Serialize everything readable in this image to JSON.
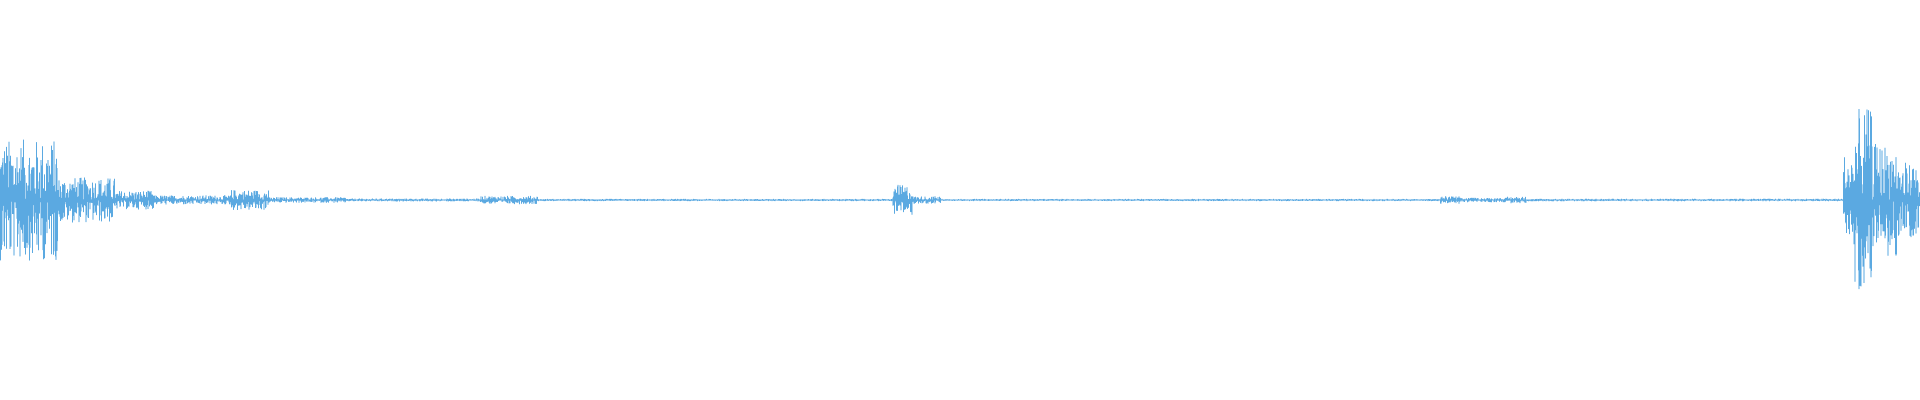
{
  "waveform": {
    "color": "#5ba9e1",
    "background": "#ffffff",
    "baseline_amplitude": 0.006,
    "segments": [
      {
        "start": 0.0,
        "end": 0.03,
        "amplitude": 0.32
      },
      {
        "start": 0.03,
        "end": 0.06,
        "amplitude": 0.12
      },
      {
        "start": 0.06,
        "end": 0.08,
        "amplitude": 0.05
      },
      {
        "start": 0.08,
        "end": 0.12,
        "amplitude": 0.025
      },
      {
        "start": 0.12,
        "end": 0.14,
        "amplitude": 0.055
      },
      {
        "start": 0.14,
        "end": 0.18,
        "amplitude": 0.015
      },
      {
        "start": 0.18,
        "end": 0.25,
        "amplitude": 0.008
      },
      {
        "start": 0.25,
        "end": 0.28,
        "amplitude": 0.022
      },
      {
        "start": 0.28,
        "end": 0.465,
        "amplitude": 0.006
      },
      {
        "start": 0.465,
        "end": 0.475,
        "amplitude": 0.08
      },
      {
        "start": 0.475,
        "end": 0.49,
        "amplitude": 0.02
      },
      {
        "start": 0.49,
        "end": 0.75,
        "amplitude": 0.006
      },
      {
        "start": 0.75,
        "end": 0.76,
        "amplitude": 0.02
      },
      {
        "start": 0.76,
        "end": 0.785,
        "amplitude": 0.012
      },
      {
        "start": 0.785,
        "end": 0.795,
        "amplitude": 0.018
      },
      {
        "start": 0.795,
        "end": 0.96,
        "amplitude": 0.007
      },
      {
        "start": 0.96,
        "end": 0.966,
        "amplitude": 0.25
      },
      {
        "start": 0.966,
        "end": 0.975,
        "amplitude": 0.48
      },
      {
        "start": 0.975,
        "end": 0.988,
        "amplitude": 0.3
      },
      {
        "start": 0.988,
        "end": 1.0,
        "amplitude": 0.2
      }
    ]
  }
}
